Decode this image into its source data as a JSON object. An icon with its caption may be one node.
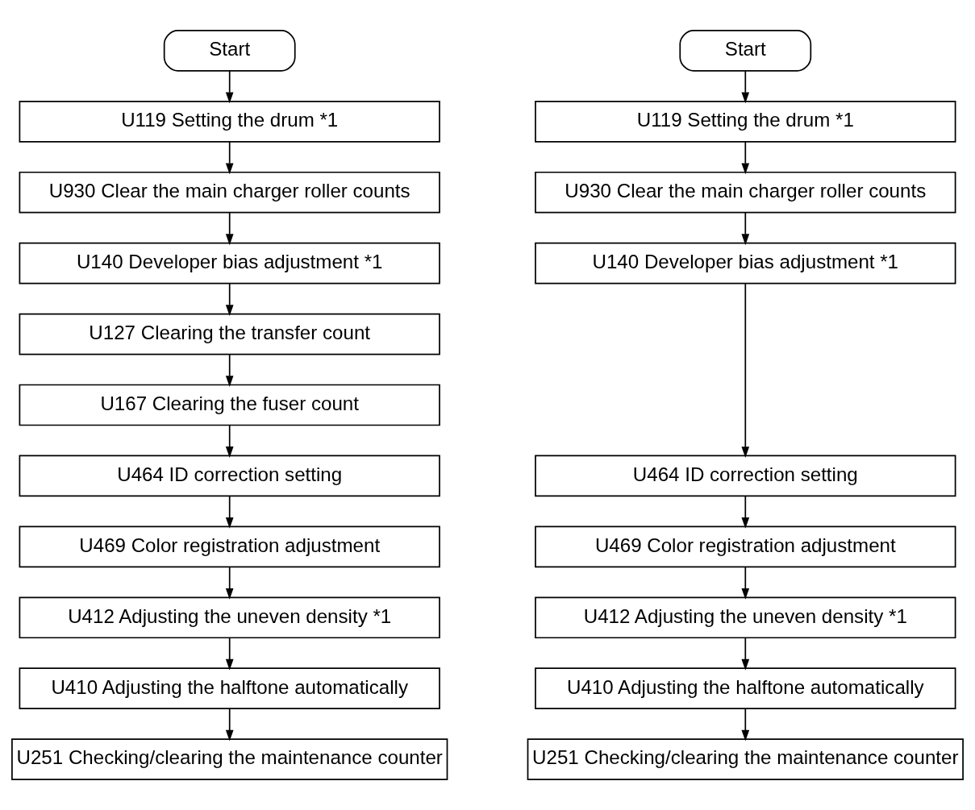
{
  "diagram": {
    "nodes": [
      {
        "text": [
          "Start"
        ]
      },
      {
        "text": [
          "U119 Setting the drum *1"
        ]
      },
      {
        "text": [
          "U930 Clear the main charger roller counts"
        ]
      },
      {
        "text": [
          "U140 Developer bias adjustment *1"
        ]
      },
      {
        "text": [
          "U127 Clearing the transfer count"
        ]
      },
      {
        "text": [
          "U167 Clearing the fuser count"
        ]
      },
      {
        "text": [
          "U464 ID correction setting"
        ]
      },
      {
        "text": [
          "U469 Color registration adjustment"
        ]
      },
      {
        "text": [
          "U412 Adjusting the uneven density *1"
        ]
      },
      {
        "text": [
          "U410 Adjusting the halftone automatically"
        ]
      },
      {
        "text": [
          "U251 Checking/clearing the maintenance counter"
        ]
      },
      {
        "text": [
          "Start"
        ]
      },
      {
        "text": [
          "U119 Setting the drum *1"
        ]
      },
      {
        "text": [
          "U930 Clear the main charger roller counts"
        ]
      },
      {
        "text": [
          "U140 Developer bias adjustment *1"
        ]
      },
      {
        "text": [
          "U464 ID correction setting"
        ]
      },
      {
        "text": [
          "U469 Color registration adjustment"
        ]
      },
      {
        "text": [
          "U412 Adjusting the uneven density *1"
        ]
      },
      {
        "text": [
          "U410 Adjusting the halftone automatically"
        ]
      },
      {
        "text": [
          "U251 Checking/clearing the maintenance counter"
        ]
      }
    ],
    "edges": [
      {
        "from": 0,
        "to": 1,
        "arrow": "to"
      },
      {
        "from": 1,
        "to": 2,
        "arrow": "to"
      },
      {
        "from": 2,
        "to": 3,
        "arrow": "to"
      },
      {
        "from": 3,
        "to": 4,
        "arrow": "to"
      },
      {
        "from": 4,
        "to": 5,
        "arrow": "to"
      },
      {
        "from": 5,
        "to": 6,
        "arrow": "to"
      },
      {
        "from": 6,
        "to": 7,
        "arrow": "to"
      },
      {
        "from": 7,
        "to": 8,
        "arrow": "to"
      },
      {
        "from": 8,
        "to": 9,
        "arrow": "to"
      },
      {
        "from": 9,
        "to": 10,
        "arrow": "to"
      },
      {
        "from": 11,
        "to": 12,
        "arrow": "to"
      },
      {
        "from": 12,
        "to": 13,
        "arrow": "to"
      },
      {
        "from": 13,
        "to": 14,
        "arrow": "to"
      },
      {
        "from": 14,
        "to": 15,
        "arrow": "to"
      },
      {
        "from": 15,
        "to": 16,
        "arrow": "to"
      },
      {
        "from": 16,
        "to": 17,
        "arrow": "to"
      },
      {
        "from": 17,
        "to": 18,
        "arrow": "to"
      },
      {
        "from": 18,
        "to": 19,
        "arrow": "to"
      }
    ]
  }
}
